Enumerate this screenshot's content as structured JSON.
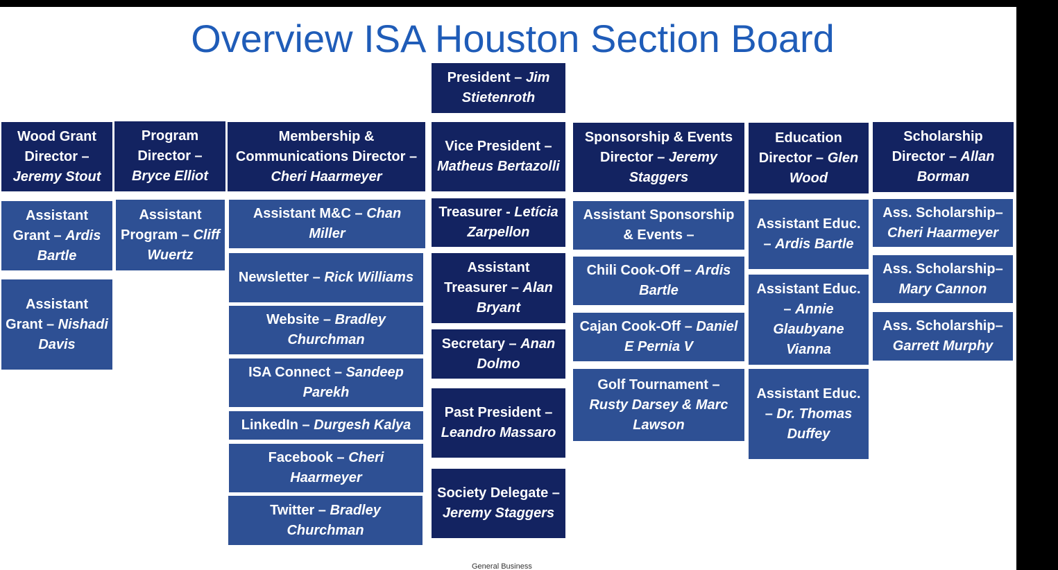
{
  "title": "Overview ISA Houston Section Board",
  "footer": "General Business",
  "colors": {
    "title": "#1f5cb8",
    "director_box": "#132361",
    "assistant_box": "#2e5094"
  },
  "boxes": {
    "president": {
      "role": "President – ",
      "name": "Jim Stietenroth"
    },
    "vice_president": {
      "role": "Vice President – ",
      "name": "Matheus Bertazolli"
    },
    "treasurer": {
      "role": "Treasurer - ",
      "name": "Letícia Zarpellon"
    },
    "assistant_treasurer": {
      "role": "Assistant Treasurer – ",
      "name": "Alan Bryant"
    },
    "secretary": {
      "role": "Secretary – ",
      "name": "Anan Dolmo"
    },
    "past_president": {
      "role": "Past President – ",
      "name": "Leandro Massaro"
    },
    "society_delegate": {
      "role": "Society Delegate – ",
      "name": "Jeremy Staggers"
    },
    "wood_grant_director": {
      "role": "Wood Grant Director – ",
      "name": "Jeremy Stout"
    },
    "assistant_grant_1": {
      "role": "Assistant Grant – ",
      "name": "Ardis Bartle"
    },
    "assistant_grant_2": {
      "role": "Assistant Grant – ",
      "name": "Nishadi Davis"
    },
    "program_director": {
      "role": "Program Director – ",
      "name": "Bryce Elliot"
    },
    "assistant_program": {
      "role": "Assistant Program – ",
      "name": "Cliff Wuertz"
    },
    "membership_director": {
      "role": "Membership & Communications Director – ",
      "name": "Cheri Haarmeyer"
    },
    "assistant_mc": {
      "role": "Assistant M&C – ",
      "name": "Chan Miller"
    },
    "newsletter": {
      "role": "Newsletter – ",
      "name": "Rick Williams"
    },
    "website": {
      "role": "Website – ",
      "name": "Bradley Churchman"
    },
    "isa_connect": {
      "role": "ISA Connect – ",
      "name": "Sandeep Parekh"
    },
    "linkedin": {
      "role": "LinkedIn – ",
      "name": "Durgesh Kalya"
    },
    "facebook": {
      "role": "Facebook – ",
      "name": "Cheri Haarmeyer"
    },
    "twitter": {
      "role": "Twitter – ",
      "name": "Bradley Churchman"
    },
    "sponsorship_director": {
      "role": "Sponsorship & Events Director – ",
      "name": "Jeremy Staggers"
    },
    "assistant_sponsorship": {
      "role": "Assistant Sponsorship & Events –",
      "name": ""
    },
    "chili_cookoff": {
      "role": "Chili Cook-Off – ",
      "name": "Ardis Bartle"
    },
    "cajan_cookoff": {
      "role": "Cajan Cook-Off – ",
      "name": "Daniel E Pernia V"
    },
    "golf_tournament": {
      "role": "Golf Tournament – ",
      "name": "Rusty Darsey & Marc Lawson"
    },
    "education_director": {
      "role": "Education Director – ",
      "name": "Glen Wood"
    },
    "assistant_educ_1": {
      "role": "Assistant Educ. – ",
      "name": "Ardis Bartle"
    },
    "assistant_educ_2": {
      "role": "Assistant Educ. – ",
      "name": "Annie Glaubyane Vianna"
    },
    "assistant_educ_3": {
      "role": "Assistant Educ. – ",
      "name": "Dr. Thomas Duffey"
    },
    "scholarship_director": {
      "role": "Scholarship Director – ",
      "name": "Allan Borman"
    },
    "ass_scholarship_1": {
      "role": "Ass. Scholarship– ",
      "name": "Cheri Haarmeyer"
    },
    "ass_scholarship_2": {
      "role": "Ass. Scholarship– ",
      "name": "Mary Cannon"
    },
    "ass_scholarship_3": {
      "role": "Ass. Scholarship– ",
      "name": "Garrett Murphy"
    }
  }
}
